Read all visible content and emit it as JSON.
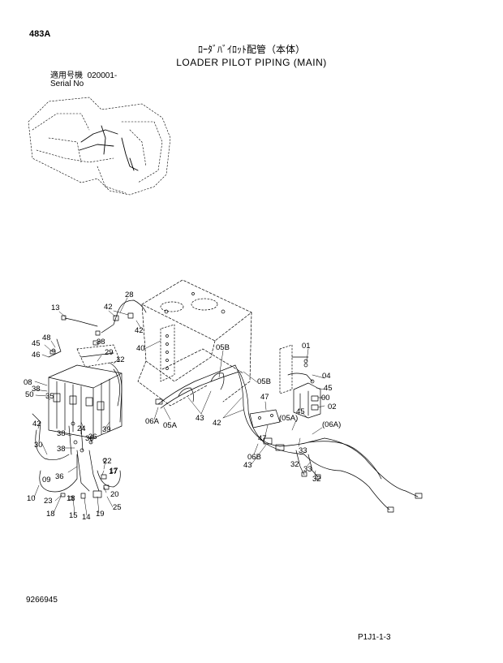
{
  "header": {
    "page_code": "483A",
    "title_jp": "ﾛｰﾀﾞﾊﾞｲﾛｯﾄ配管（本体）",
    "title_en": "LOADER PILOT PIPING (MAIN)",
    "serial_label_jp": "適用号機",
    "serial_label_en": "Serial No",
    "serial_value": "020001-"
  },
  "footer": {
    "document_number": "9266945",
    "page_ref": "P1J1-1-3"
  },
  "callouts": [
    "13",
    "28",
    "42",
    "42",
    "38",
    "48",
    "45",
    "46",
    "12",
    "29",
    "40",
    "08",
    "38",
    "50",
    "35",
    "39",
    "42",
    "38",
    "30",
    "24",
    "36",
    "38",
    "09",
    "36",
    "22",
    "17",
    "10",
    "23",
    "18",
    "20",
    "25",
    "18",
    "15",
    "14",
    "19",
    "05B",
    "05B",
    "06A",
    "05A",
    "43",
    "42",
    "43",
    "06B",
    "47",
    "01",
    "04",
    "45",
    "00",
    "02",
    "45",
    "(05A)",
    "(06A)",
    "47",
    "33",
    "32",
    "33",
    "32",
    "36",
    "17"
  ]
}
